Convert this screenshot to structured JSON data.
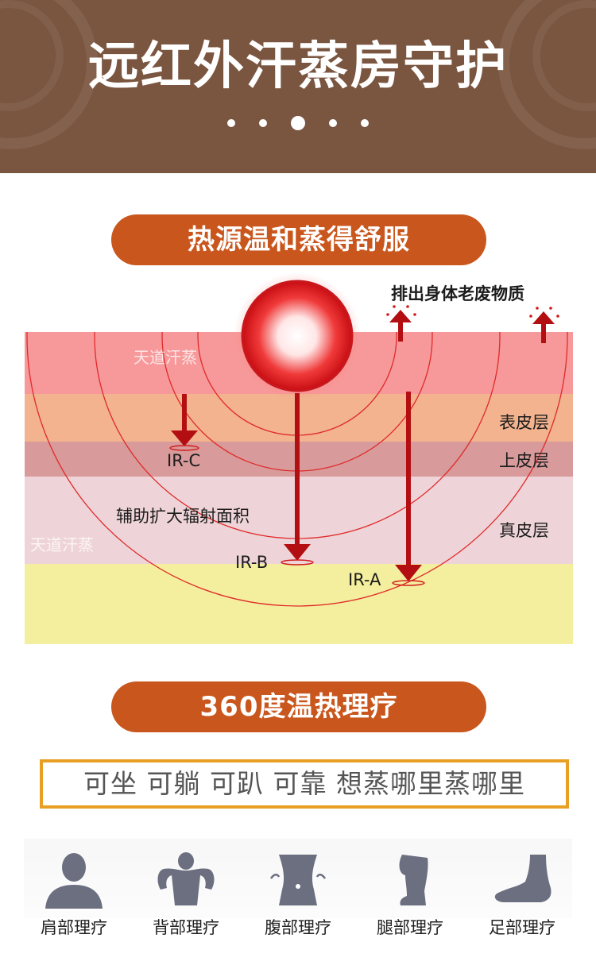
{
  "header": {
    "title": "远红外汗蒸房守护"
  },
  "section1": {
    "pill": "热源温和蒸得舒服",
    "top_note": "排出身体老废物质",
    "layers": [
      "表皮层",
      "上皮层",
      "真皮层"
    ],
    "rays": [
      "IR-C",
      "IR-B",
      "IR-A"
    ],
    "annotation": "辅助扩大辐射面积",
    "watermark": "天道汗蒸"
  },
  "section2": {
    "pill": "360度温热理疗",
    "slogan": "可坐 可躺 可趴 可靠 想蒸哪里蒸哪里",
    "items": [
      {
        "label": "肩部理疗",
        "icon": "shoulder-icon"
      },
      {
        "label": "背部理疗",
        "icon": "back-icon"
      },
      {
        "label": "腹部理疗",
        "icon": "abdomen-icon"
      },
      {
        "label": "腿部理疗",
        "icon": "leg-icon"
      },
      {
        "label": "足部理疗",
        "icon": "foot-icon"
      }
    ]
  },
  "colors": {
    "header_bg": "#7a5540",
    "pill_bg": "#c9561c",
    "slogan_border": "#e8a024",
    "arrow": "#b30f13",
    "icon": "#6b6f80"
  }
}
